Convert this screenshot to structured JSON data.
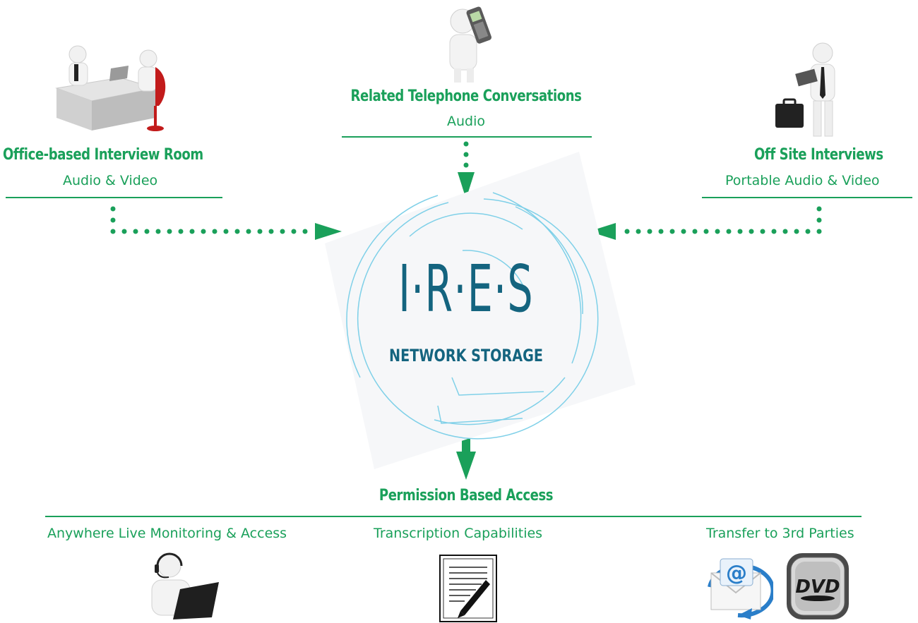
{
  "sources": {
    "office": {
      "title": "Office-based Interview Room",
      "subtitle": "Audio & Video"
    },
    "telephone": {
      "title": "Related Telephone Conversations",
      "subtitle": "Audio"
    },
    "offsite": {
      "title": "Off Site Interviews",
      "subtitle": "Portable Audio & Video"
    }
  },
  "hub": {
    "letters": "I·R·E·S",
    "label": "NETWORK STORAGE"
  },
  "access": {
    "title": "Permission Based Access",
    "items": [
      {
        "label": "Anywhere Live Monitoring & Access",
        "icon": "headset-person-laptop-icon"
      },
      {
        "label": "Transcription Capabilities",
        "icon": "document-pen-icon"
      },
      {
        "label": "Transfer to 3rd Parties",
        "icon": "email-dvd-icon"
      }
    ]
  },
  "colors": {
    "accent_green": "#1aa05a",
    "hub_blue": "#14647f",
    "ring_blue": "#7fd0e8"
  }
}
